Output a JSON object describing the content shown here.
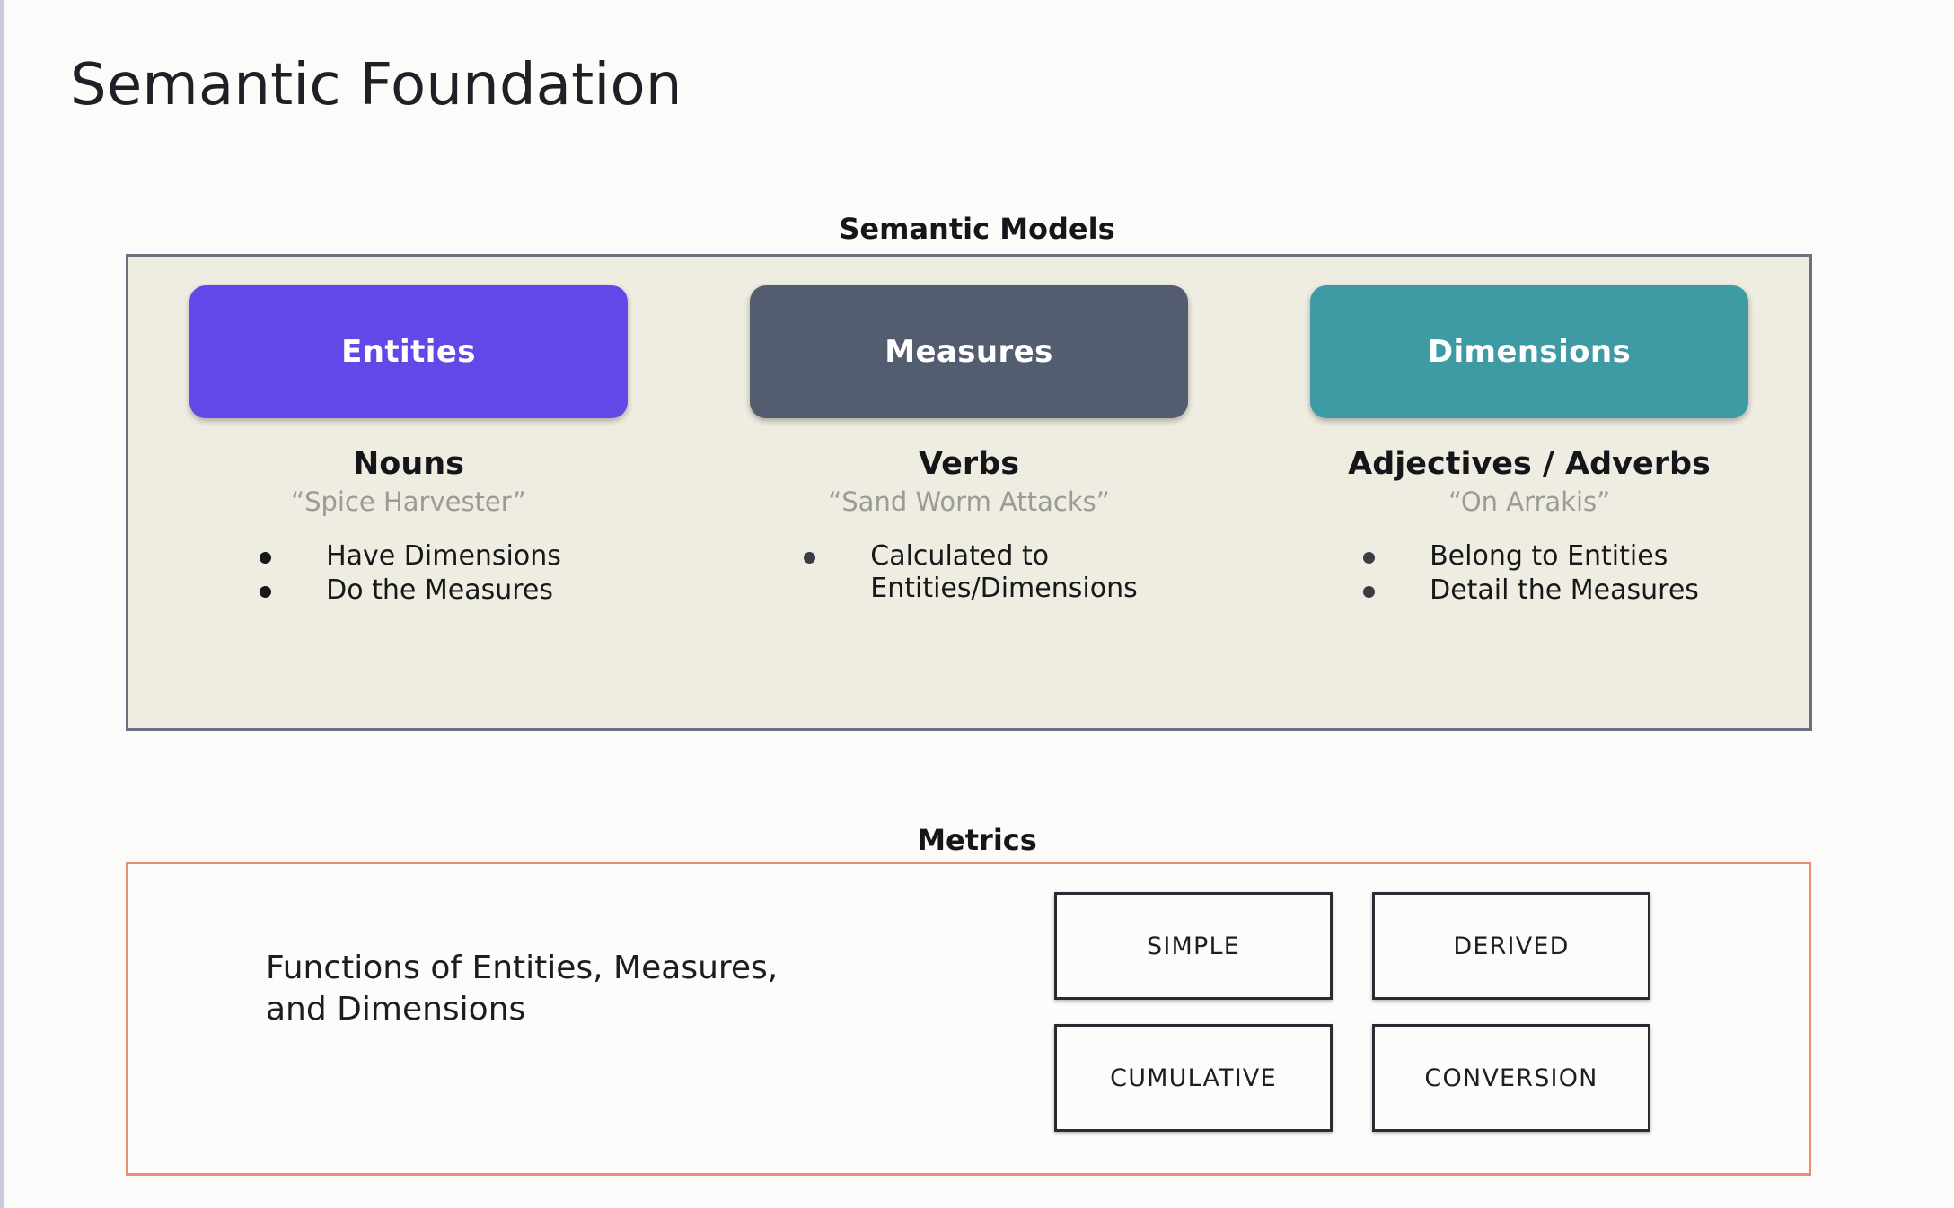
{
  "page": {
    "title": "Semantic Foundation",
    "background_color": "#FBFCF9"
  },
  "semantic_models": {
    "caption": "Semantic Models",
    "panel_background": "#EFEDE1",
    "panel_border_color": "#69707F",
    "columns": [
      {
        "card_label": "Entities",
        "card_color": "#6348E8",
        "part_of_speech": "Nouns",
        "example": "“Spice Harvester”",
        "bullets": [
          "Have Dimensions",
          "Do the Measures"
        ]
      },
      {
        "card_label": "Measures",
        "card_color": "#545C70",
        "part_of_speech": "Verbs",
        "example": "“Sand Worm Attacks”",
        "bullets": [
          "Calculated to\nEntities/Dimensions"
        ]
      },
      {
        "card_label": "Dimensions",
        "card_color": "#3E9BA4",
        "part_of_speech": "Adjectives / Adverbs",
        "example": "“On Arrakis”",
        "bullets": [
          "Belong to Entities",
          "Detail the Measures"
        ]
      }
    ]
  },
  "metrics": {
    "caption": "Metrics",
    "panel_border_color": "#E98C72",
    "description": "Functions of Entities, Measures,\nand Dimensions",
    "types": [
      "SIMPLE",
      "DERIVED",
      "CUMULATIVE",
      "CONVERSION"
    ]
  }
}
